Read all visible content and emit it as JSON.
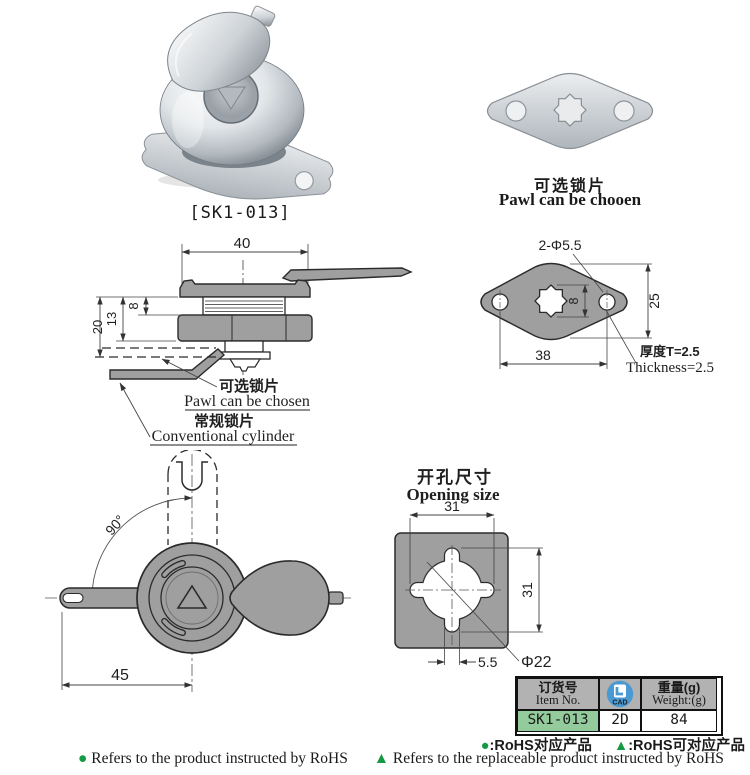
{
  "photos": {
    "product_caption": "[SK1-013]",
    "pawl_caption_cn": "可选锁片",
    "pawl_caption_en": "Pawl can be chooen"
  },
  "side_view": {
    "dim_40": "40",
    "dim_8": "8",
    "dim_13": "13",
    "dim_20": "20",
    "optional_cn": "可选锁片",
    "optional_en": "Pawl can be chosen",
    "conventional_cn": "常规锁片",
    "conventional_en": "Conventional cylinder"
  },
  "pawl_view": {
    "dim_holes": "2-Φ5.5",
    "dim_8": "8",
    "dim_25": "25",
    "dim_38": "38",
    "thickness_cn": "厚度T=2.5",
    "thickness_en": "Thickness=2.5"
  },
  "top_view": {
    "dim_angle": "90°",
    "dim_45": "45"
  },
  "opening": {
    "title_cn": "开孔尺寸",
    "title_en": "Opening size",
    "dim_w": "31",
    "dim_h": "31",
    "dim_notch": "5.5",
    "dim_dia": "Φ22"
  },
  "table": {
    "item_cn": "订货号",
    "item_en": "Item No.",
    "cad_label": "CAD",
    "weight_cn": "重量(g)",
    "weight_en": "Weight:(g)",
    "item_no": "SK1-013",
    "cad_value": "2D",
    "weight_value": "84"
  },
  "footer": {
    "dot": "●",
    "triangle": "▲",
    "legend_dot": ":RoHS对应产品",
    "legend_tri": ":RoHS可对应产品",
    "note_dot": "Refers to the product instructed by RoHS",
    "note_tri": "Refers to the replaceable product instructed by RoHS"
  },
  "colors": {
    "drawing_fill": "#9f9f9f",
    "line_dark": "#2b2b2b",
    "table_header_bg": "#b2b2b2",
    "item_cell_bg": "#94cb9d",
    "rohs_green": "#149a43",
    "cad_blue": "#4a99d3"
  }
}
